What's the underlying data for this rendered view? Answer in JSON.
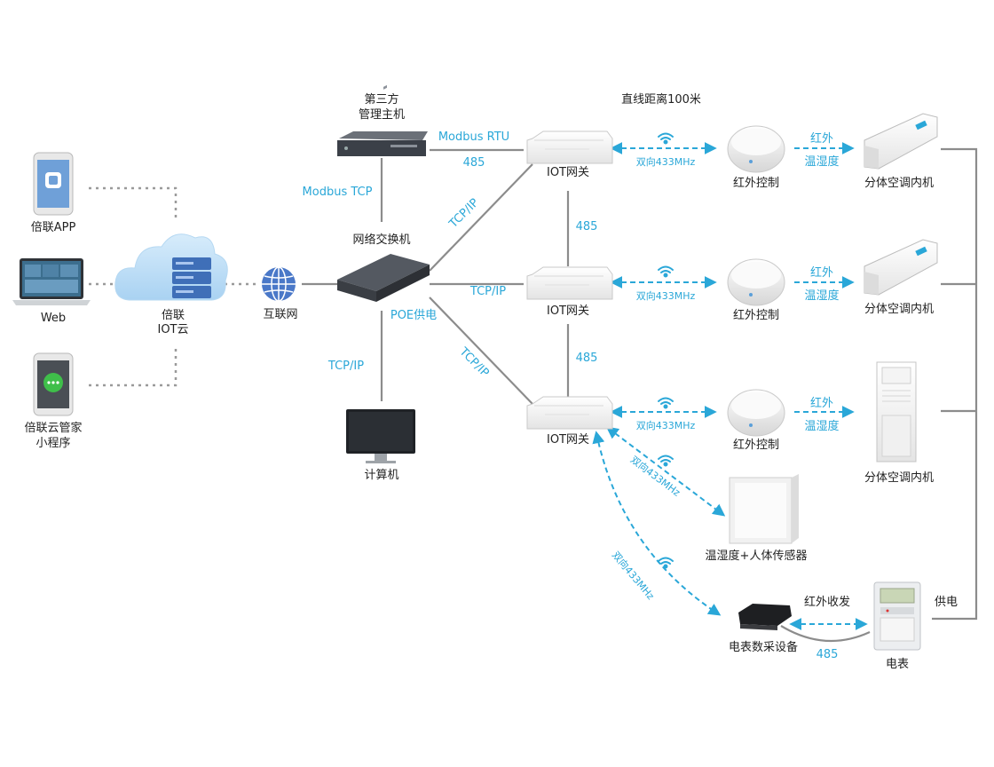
{
  "labels": {
    "app": "倍联APP",
    "web": "Web",
    "mini1": "倍联云管家",
    "mini2": "小程序",
    "cloud1": "倍联",
    "cloud2": "IOT云",
    "internet": "互联网",
    "third1": "第三方",
    "third2": "管理主机",
    "switch": "网络交换机",
    "poe": "POE供电",
    "computer": "计算机",
    "gateway": "IOT网关",
    "distance": "直线距离100米",
    "ir_control": "红外控制",
    "ac_indoor": "分体空调内机",
    "sensor": "温湿度+人体传感器",
    "meter_collector": "电表数采设备",
    "meter": "电表",
    "power": "供电",
    "ir_transceive": "红外收发"
  },
  "links": {
    "modbus_rtu": "Modbus RTU",
    "modbus_tcp": "Modbus TCP",
    "rs485": "485",
    "tcpip": "TCP/IP",
    "rf433": "双向433MHz",
    "ir": "红外",
    "temp_hum": "温湿度"
  },
  "colors": {
    "accent": "#2aa7d8",
    "line": "#8c8c8c",
    "dotted": "#9a9a9a"
  }
}
